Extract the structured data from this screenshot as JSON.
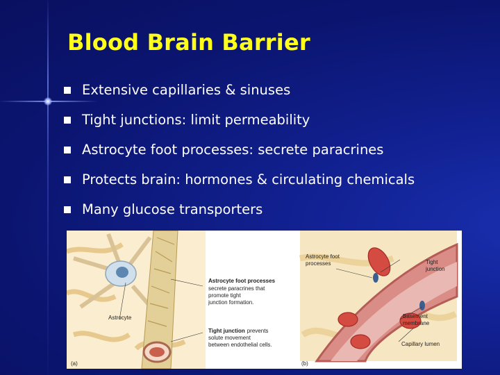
{
  "slide": {
    "title": "Blood Brain Barrier",
    "bullets": [
      "Extensive capillaries & sinuses",
      "Tight junctions: limit permeability",
      "Astrocyte foot processes: secrete paracrines",
      "Protects brain: hormones & circulating chemicals",
      "Many glucose transporters"
    ]
  },
  "figure": {
    "panel_a": {
      "label": "(a)",
      "astrocyte": "Astrocyte",
      "foot_title": "Astrocyte foot processes",
      "foot_desc": [
        "secrete paracrines that",
        "promote tight",
        "junction formation."
      ],
      "tight_title": "Tight junction",
      "tight_desc_1": "prevents",
      "tight_desc": [
        "solute movement",
        "between endothelial cells."
      ]
    },
    "panel_b": {
      "label": "(b)",
      "foot": [
        "Astrocyte foot",
        "processes"
      ],
      "tight": [
        "Tight",
        "junction"
      ],
      "basement": [
        "Basement",
        "membrane"
      ],
      "lumen": "Capillary lumen"
    }
  },
  "colors": {
    "title": "#ffff1a",
    "text": "#ffffff",
    "background": "#11208f"
  }
}
